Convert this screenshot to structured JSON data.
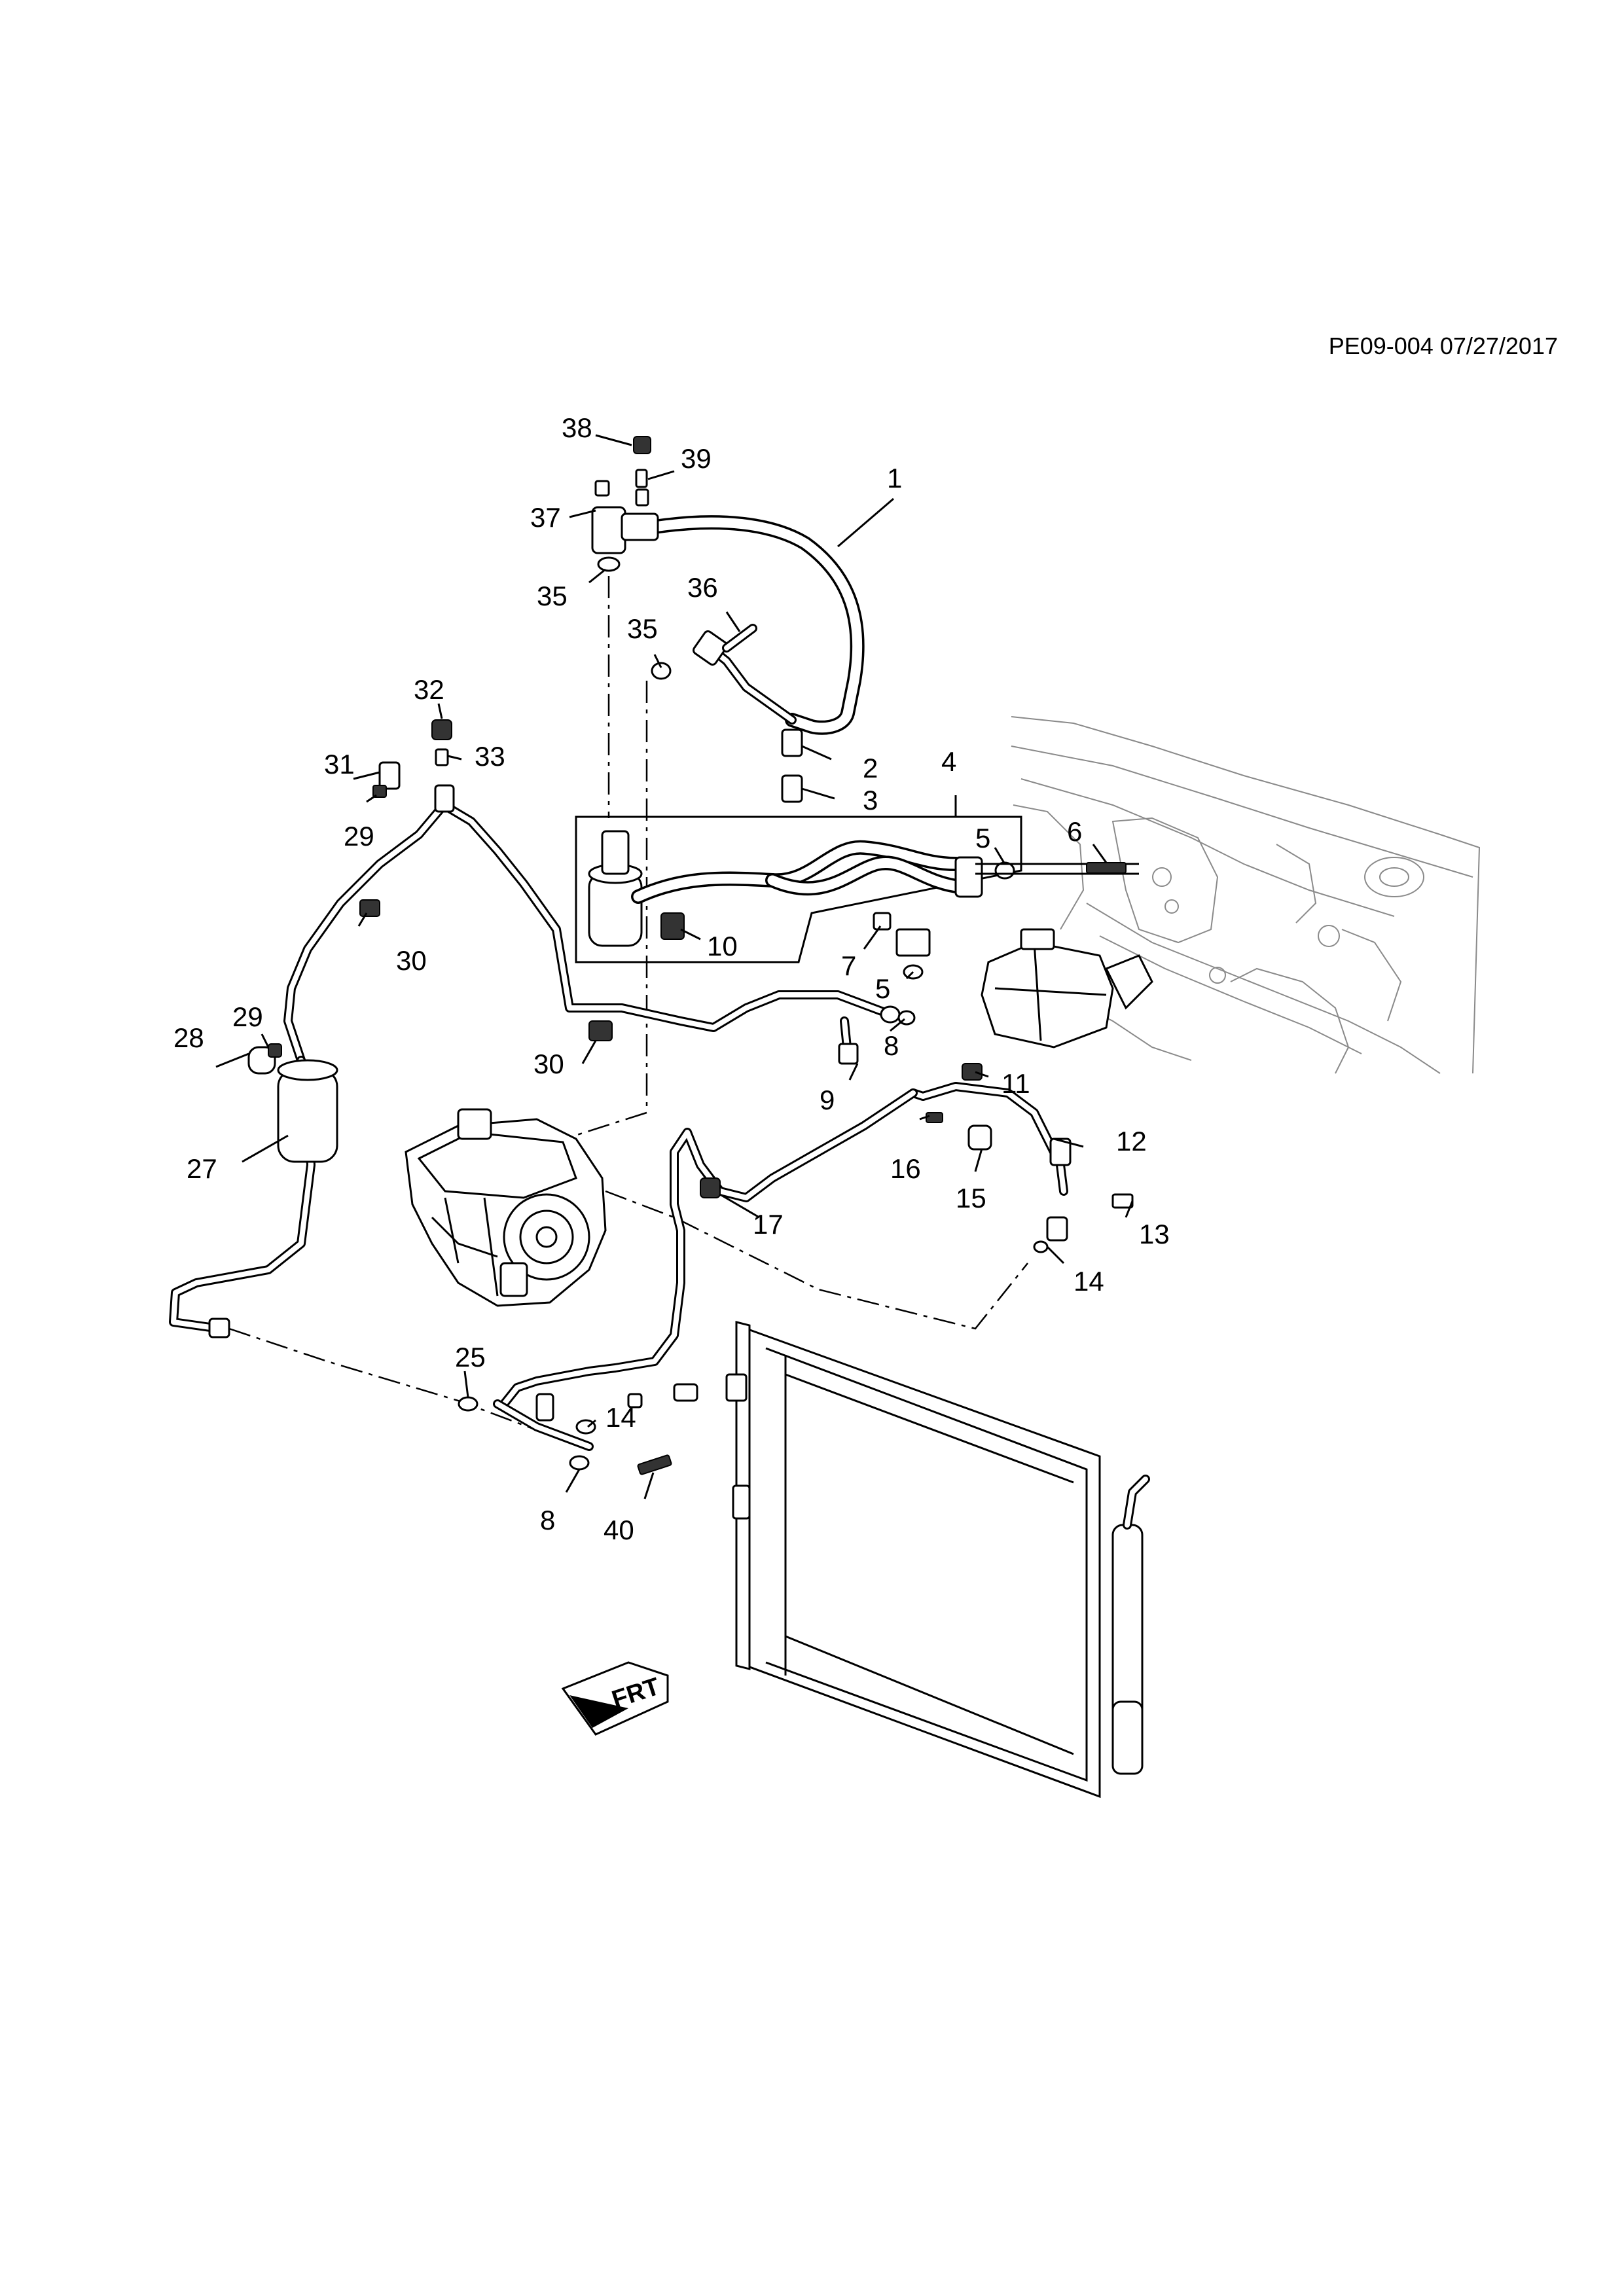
{
  "document_ref": "PE09-004 07/27/2017",
  "front_indicator": "FRT",
  "callouts": [
    {
      "id": "c1",
      "label": "1"
    },
    {
      "id": "c2",
      "label": "2"
    },
    {
      "id": "c3",
      "label": "3"
    },
    {
      "id": "c4",
      "label": "4"
    },
    {
      "id": "c5a",
      "label": "5"
    },
    {
      "id": "c5b",
      "label": "5"
    },
    {
      "id": "c6",
      "label": "6"
    },
    {
      "id": "c7",
      "label": "7"
    },
    {
      "id": "c8a",
      "label": "8"
    },
    {
      "id": "c8b",
      "label": "8"
    },
    {
      "id": "c9",
      "label": "9"
    },
    {
      "id": "c10",
      "label": "10"
    },
    {
      "id": "c11",
      "label": "11"
    },
    {
      "id": "c12",
      "label": "12"
    },
    {
      "id": "c13",
      "label": "13"
    },
    {
      "id": "c14a",
      "label": "14"
    },
    {
      "id": "c14b",
      "label": "14"
    },
    {
      "id": "c15",
      "label": "15"
    },
    {
      "id": "c16",
      "label": "16"
    },
    {
      "id": "c17",
      "label": "17"
    },
    {
      "id": "c25",
      "label": "25"
    },
    {
      "id": "c27",
      "label": "27"
    },
    {
      "id": "c28",
      "label": "28"
    },
    {
      "id": "c29a",
      "label": "29"
    },
    {
      "id": "c29b",
      "label": "29"
    },
    {
      "id": "c30a",
      "label": "30"
    },
    {
      "id": "c30b",
      "label": "30"
    },
    {
      "id": "c31",
      "label": "31"
    },
    {
      "id": "c32",
      "label": "32"
    },
    {
      "id": "c33",
      "label": "33"
    },
    {
      "id": "c35a",
      "label": "35"
    },
    {
      "id": "c35b",
      "label": "35"
    },
    {
      "id": "c36",
      "label": "36"
    },
    {
      "id": "c37",
      "label": "37"
    },
    {
      "id": "c38",
      "label": "38"
    },
    {
      "id": "c39",
      "label": "39"
    },
    {
      "id": "c40",
      "label": "40"
    }
  ]
}
